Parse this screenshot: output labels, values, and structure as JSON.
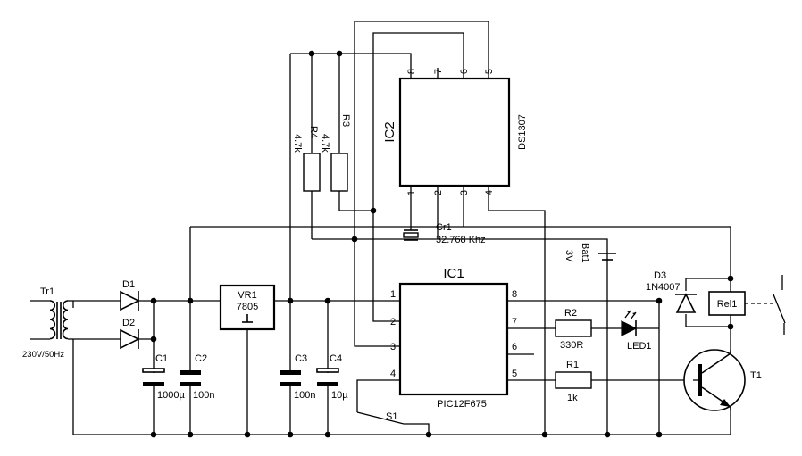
{
  "components": {
    "ic2": {
      "ref": "IC2",
      "part": "DS1307",
      "pins": [
        "1",
        "2",
        "3",
        "4",
        "5",
        "6",
        "7",
        "8"
      ]
    },
    "ic1": {
      "ref": "IC1",
      "part": "PIC12F675",
      "pins": [
        "1",
        "2",
        "3",
        "4",
        "5",
        "6",
        "7",
        "8"
      ]
    },
    "tr1": {
      "ref": "Tr1",
      "rating": "230V/50Hz"
    },
    "d1": {
      "ref": "D1"
    },
    "d2": {
      "ref": "D2"
    },
    "d3": {
      "ref": "D3",
      "value": "1N4007"
    },
    "c1": {
      "ref": "C1",
      "value": "1000µ"
    },
    "c2": {
      "ref": "C2",
      "value": "100n"
    },
    "c3": {
      "ref": "C3",
      "value": "100n"
    },
    "c4": {
      "ref": "C4",
      "value": "10µ"
    },
    "vr1": {
      "ref": "VR1",
      "value": "7805"
    },
    "r1": {
      "ref": "R1",
      "value": "1k"
    },
    "r2": {
      "ref": "R2",
      "value": "330R"
    },
    "r3": {
      "ref": "R3",
      "value": "4.7k"
    },
    "r4": {
      "ref": "R4",
      "value": "4.7k"
    },
    "cr1": {
      "ref": "Cr1",
      "value": "32.768 Khz"
    },
    "bat1": {
      "ref": "Bat1",
      "value": "3V"
    },
    "led1": {
      "ref": "LED1"
    },
    "rel1": {
      "ref": "Rel1"
    },
    "t1": {
      "ref": "T1"
    },
    "s1": {
      "ref": "S1"
    }
  }
}
